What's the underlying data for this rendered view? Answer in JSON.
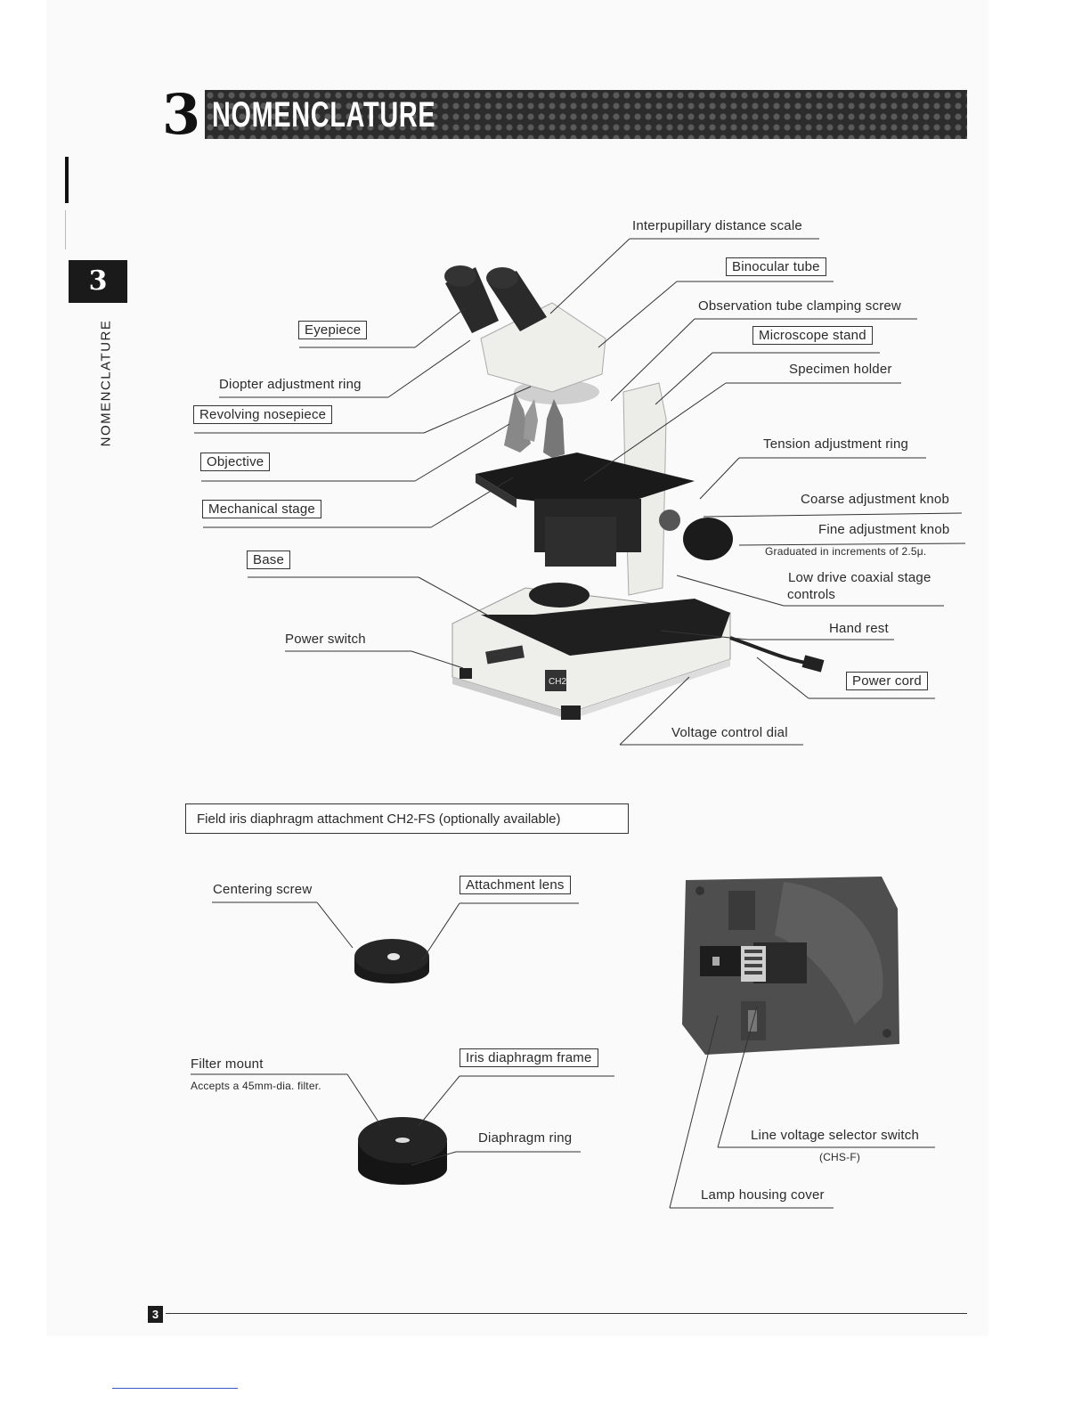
{
  "header": {
    "number": "3",
    "title": "NOMENCLATURE"
  },
  "side_tab": {
    "number": "3",
    "label": "NOMENCLATURE"
  },
  "labels": {
    "interpupillary": "Interpupillary distance scale",
    "binocular_tube": "Binocular tube",
    "observation_screw": "Observation tube clamping screw",
    "microscope_stand": "Microscope stand",
    "specimen_holder": "Specimen holder",
    "tension_ring": "Tension adjustment ring",
    "coarse_knob": "Coarse adjustment knob",
    "fine_knob": "Fine adjustment knob",
    "fine_knob_note": "Graduated in increments of 2.5μ.",
    "low_drive": "Low drive coaxial stage",
    "low_drive_2": "controls",
    "hand_rest": "Hand rest",
    "power_cord": "Power cord",
    "voltage_dial": "Voltage control dial",
    "eyepiece": "Eyepiece",
    "diopter_ring": "Diopter adjustment ring",
    "revolving_nosepiece": "Revolving nosepiece",
    "objective": "Objective",
    "mechanical_stage": "Mechanical stage",
    "base": "Base",
    "power_switch": "Power switch",
    "model_badge": "CH2"
  },
  "attachment": {
    "title": "Field iris diaphragm attachment CH2-FS (optionally available)",
    "centering_screw": "Centering screw",
    "attachment_lens": "Attachment lens",
    "filter_mount": "Filter mount",
    "filter_note": "Accepts a 45mm-dia. filter.",
    "iris_frame": "Iris diaphragm frame",
    "diaphragm_ring": "Diaphragm ring",
    "line_voltage": "Line voltage selector switch",
    "line_voltage_note": "(CHS-F)",
    "lamp_cover": "Lamp housing cover"
  },
  "footer": {
    "page_number": "3"
  }
}
